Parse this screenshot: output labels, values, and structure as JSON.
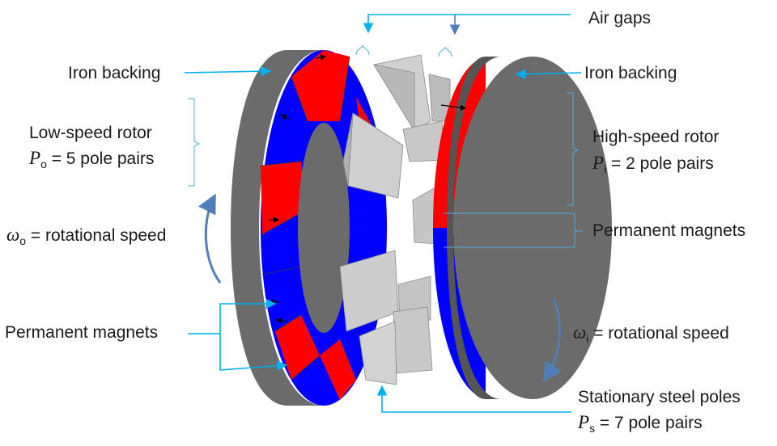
{
  "labels": {
    "air_gaps": "Air gaps",
    "iron_backing_left": "Iron backing",
    "iron_backing_right": "Iron backing",
    "low_speed_rotor": "Low-speed rotor",
    "low_pole_sym": "P",
    "low_pole_sub": "o",
    "low_pole_text": " = 5 pole pairs",
    "high_speed_rotor": "High-speed rotor",
    "high_pole_sym": "P",
    "high_pole_sub": "i",
    "high_pole_text": " = 2 pole pairs",
    "omega_o_sym": "ω",
    "omega_o_sub": "o",
    "omega_o_text": " = rotational speed",
    "omega_i_sym": "ω",
    "omega_i_sub": "i",
    "omega_i_text": " = rotational speed",
    "pm_left": "Permanent magnets",
    "pm_right": "Permanent magnets",
    "stationary_poles": "Stationary steel poles",
    "stat_pole_sym": "P",
    "stat_pole_sub": "s",
    "stat_pole_text": " = 7 pole pairs"
  },
  "colors": {
    "iron": "#6b6b6b",
    "magnet_red": "#ff0000",
    "magnet_blue": "#0000ff",
    "steel": "#c8c8c8",
    "callout": "#00b0f0",
    "bracket": "#4dabdf",
    "rotation_arrow": "#4f7fb7"
  }
}
